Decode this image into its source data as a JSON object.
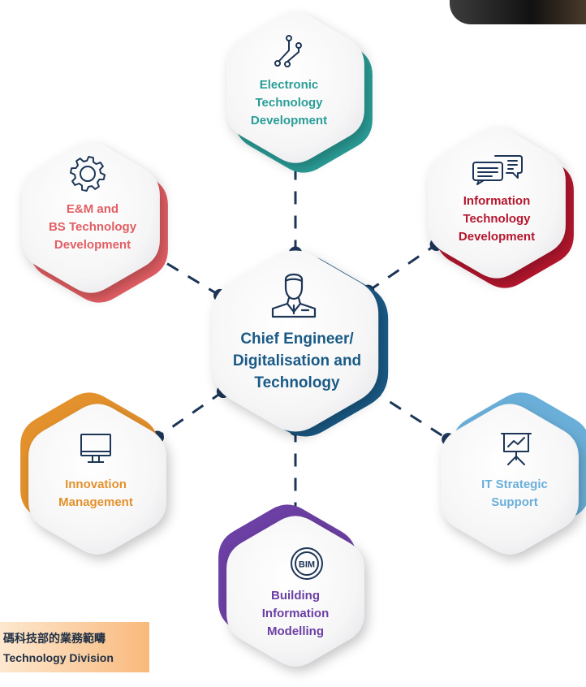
{
  "colors": {
    "center": "#1a5a86",
    "electronic": "#2a9d97",
    "information": "#b5162d",
    "em_bs": "#e25e63",
    "innovation": "#e3912c",
    "it_strategic": "#6aafd9",
    "bim": "#6b3fa3"
  },
  "center": {
    "icon": "engineer-person-icon",
    "lines": [
      "Chief Engineer/",
      "Digitalisation and",
      "Technology"
    ]
  },
  "nodes": {
    "electronic": {
      "icon": "circuit-icon",
      "lines": [
        "Electronic",
        "Technology",
        "Development"
      ]
    },
    "information": {
      "icon": "chat-bubbles-icon",
      "lines": [
        "Information",
        "Technology",
        "Development"
      ]
    },
    "em_bs": {
      "icon": "gear-icon",
      "lines": [
        "E&M and",
        "BS Technology",
        "Development"
      ]
    },
    "innovation": {
      "icon": "monitor-icon",
      "lines": [
        "Innovation",
        "Management"
      ]
    },
    "it_strategic": {
      "icon": "presentation-board-icon",
      "lines": [
        "IT Strategic",
        "Support"
      ]
    },
    "bim": {
      "icon": "bim-badge-icon",
      "lines": [
        "Building",
        "Information",
        "Modelling"
      ],
      "badge_text": "BIM"
    }
  },
  "caption": {
    "line1": "碼科技部的業務範疇",
    "line2": "Technology Division"
  }
}
